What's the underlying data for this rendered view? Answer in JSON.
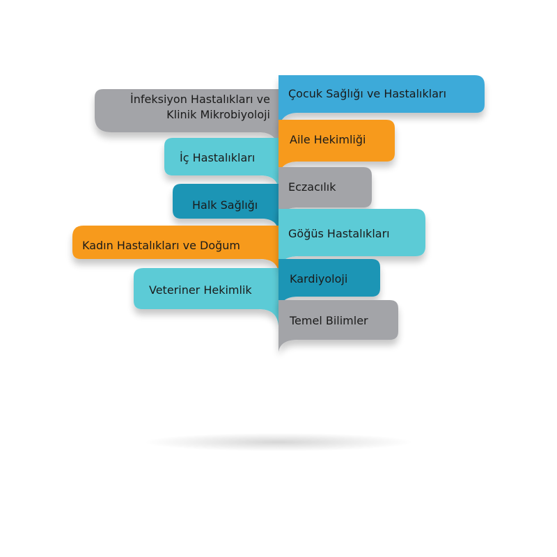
{
  "colors": {
    "gray": "#a3a4a8",
    "cyan": "#5bcbd6",
    "blue": "#1e95b5",
    "orange": "#f79a1c",
    "sky": "#3eaad9"
  },
  "left_items": [
    {
      "line1": "İnfeksiyon Hastalıkları ve",
      "line2": "Klinik Mikrobiyoloji",
      "color": "gray"
    },
    {
      "line1": "İç Hastalıkları",
      "color": "cyan"
    },
    {
      "line1": "Halk Sağlığı",
      "color": "blue"
    },
    {
      "line1": "Kadın Hastalıkları ve Doğum",
      "color": "orange"
    },
    {
      "line1": "Veteriner Hekimlik",
      "color": "cyan"
    }
  ],
  "right_items": [
    {
      "label": "Çocuk Sağlığı ve Hastalıkları",
      "color": "sky"
    },
    {
      "label": "Aile Hekimliği",
      "color": "orange"
    },
    {
      "label": "Eczacılık",
      "color": "gray"
    },
    {
      "label": "Göğüs Hastalıkları",
      "color": "cyan"
    },
    {
      "label": "Kardiyoloji",
      "color": "blue"
    },
    {
      "label": "Temel Bilimler",
      "color": "gray"
    }
  ]
}
